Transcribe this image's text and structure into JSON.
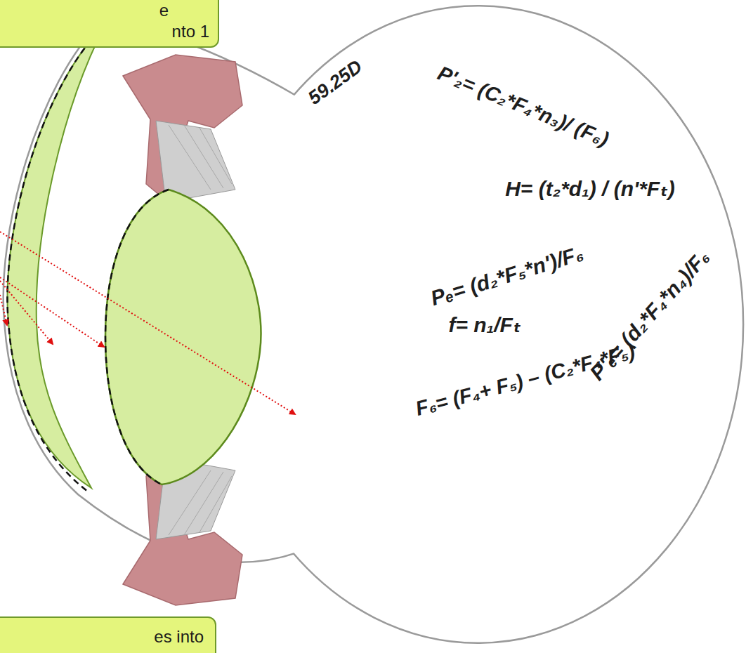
{
  "diagram": {
    "nodes": [
      {
        "text": [
          "e",
          "nto 1"
        ]
      },
      {
        "text": [
          "es into"
        ]
      }
    ],
    "labels": [
      "59.25D",
      "P'₂= (C₂*F₄*n₃)/ (F₆)",
      "H= (t₂*d₁) / (n'*Fₜ)",
      "Pₑ= (d₂*F₅*n')/F₆",
      "f= n₁/Fₜ",
      "F₆= (F₄+ F₅) – (C₂*F₄*F₅)",
      "P'ₑ= (d₂*F₄*n₄)/F₆"
    ]
  }
}
